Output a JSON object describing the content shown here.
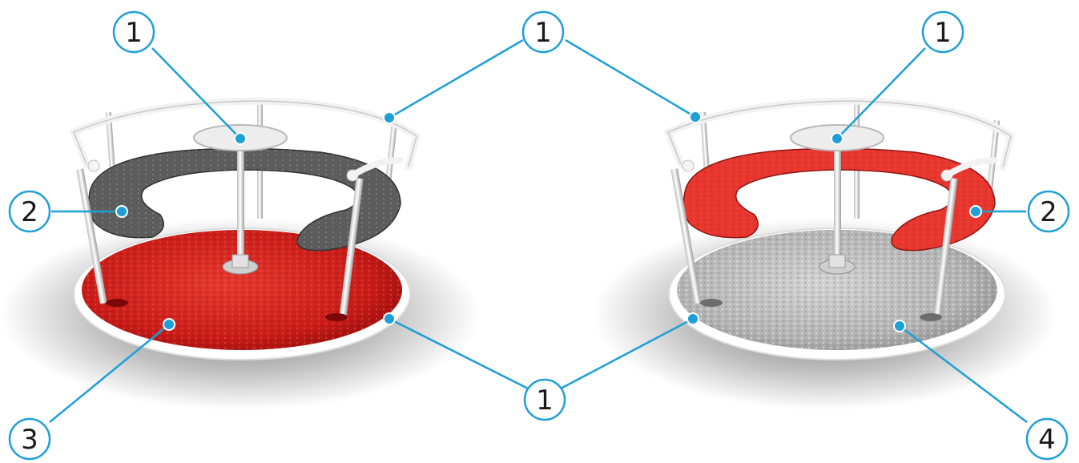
{
  "colors": {
    "callout": "#1e9fd6",
    "red_deck": "#d8231f",
    "red_deck_dark": "#a4100f",
    "grey_deck": "#bdbdbd",
    "grey_deck_dark": "#8a8a8a",
    "seat_grey": "#5d5d5d",
    "seat_red": "#e8372f",
    "rail": "#f4f4f4",
    "rim": "#ffffff"
  },
  "callouts": [
    {
      "id": "c1-top-left",
      "number": "1"
    },
    {
      "id": "c1-top-center",
      "number": "1"
    },
    {
      "id": "c1-top-right",
      "number": "1"
    },
    {
      "id": "c2-left",
      "number": "2"
    },
    {
      "id": "c2-right",
      "number": "2"
    },
    {
      "id": "c1-bottom-center",
      "number": "1"
    },
    {
      "id": "c3-bottom-left",
      "number": "3"
    },
    {
      "id": "c4-bottom-right",
      "number": "4"
    }
  ],
  "products": [
    {
      "name": "carousel-red-deck",
      "seat_color": "grey",
      "deck_color": "red"
    },
    {
      "name": "carousel-grey-deck",
      "seat_color": "red",
      "deck_color": "grey"
    }
  ]
}
